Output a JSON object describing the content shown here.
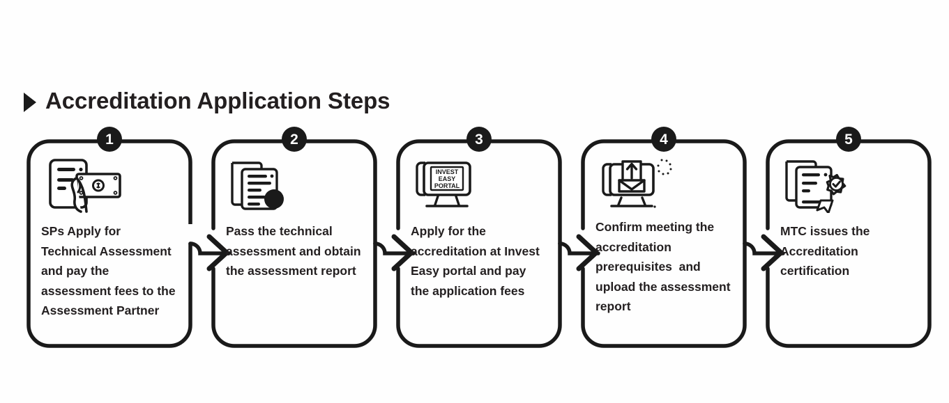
{
  "header": {
    "title": "Accreditation Application Steps",
    "bullet_icon": "triangle-right-icon"
  },
  "theme": {
    "ink": "#231f20",
    "stroke": "#1a1a1a",
    "badge_bg": "#1a1a1a",
    "badge_text": "#ffffff",
    "background": "#fefefe"
  },
  "steps": [
    {
      "number": "1",
      "icon": "hand-holding-payment-icon",
      "text": "SPs Apply for Technical Assessment and pay the assessment fees to the Assessment Partner"
    },
    {
      "number": "2",
      "icon": "stamped-report-documents-icon",
      "text": "Pass the technical assessment and obtain the assessment report"
    },
    {
      "number": "3",
      "icon": "invest-easy-portal-monitor-icon",
      "text": "Apply for the accreditation at Invest Easy portal and pay the application fees",
      "monitor_label": [
        "INVEST",
        "EASY",
        "PORTAL"
      ]
    },
    {
      "number": "4",
      "icon": "upload-envelope-monitor-icon",
      "text": "Confirm meeting the accreditation prerequisites  and upload the assessment report"
    },
    {
      "number": "5",
      "icon": "certificate-award-icon",
      "text": "MTC issues the Accreditation certification"
    }
  ],
  "connectors": [
    {
      "from": "1",
      "to": "2",
      "icon": "arrow-right-icon"
    },
    {
      "from": "2",
      "to": "3",
      "icon": "arrow-right-icon"
    },
    {
      "from": "3",
      "to": "4",
      "icon": "arrow-right-icon"
    },
    {
      "from": "4",
      "to": "5",
      "icon": "arrow-right-icon"
    }
  ]
}
